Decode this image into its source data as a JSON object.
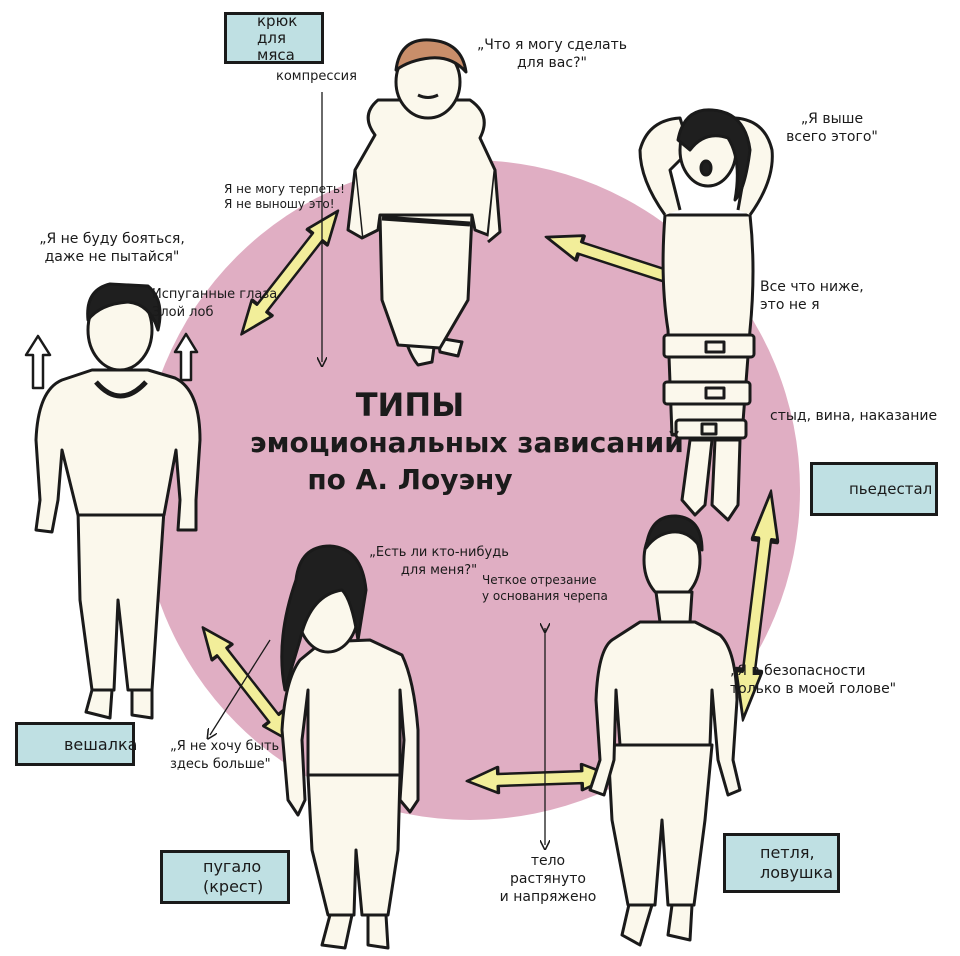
{
  "title": {
    "line1": "ТИПЫ",
    "line2": "эмоциональных зависаний",
    "line3": "по А. Лоуэну"
  },
  "labels": {
    "hook": "крюк\nдля мяса",
    "pedestal": "пьедестал",
    "noose": "петля,\nловушка",
    "scarecrow": "пугало\n(крест)",
    "hanger": "вешалка"
  },
  "texts": {
    "compression": "компрессия",
    "cant_bear": "Я не могу терпеть!\nЯ не выношу это!",
    "what_can_i_do": "„Что я могу сделать\nдля вас?\"",
    "above_it_all": "„Я выше\nвсего этого\"",
    "all_below": "Все что ниже,\nэто не я",
    "shame": "стыд, вина, наказание",
    "safe_in_head": "„Я в безопасности\nтолько в моей голове\"",
    "clear_cut": "Четкое отрезание\nу основания черепа",
    "body_stretched": "тело\nрастянуто\nи напряжено",
    "anyone_for_me": "„Есть ли кто-нибудь\nдля меня?\"",
    "dont_want": "„Я не хочу быть\nздесь больше\"",
    "wont_be_afraid": "„Я не буду бояться,\nдаже не пытайся\"",
    "eyes": "Испуганные глаза\nЗлой лоб"
  },
  "colors": {
    "circle": "#e0aec3",
    "arrow_fill": "#f2ee9a",
    "label_bg": "#bfe0e3",
    "skin": "#fbf8ec",
    "ink": "#1a1a1a"
  }
}
